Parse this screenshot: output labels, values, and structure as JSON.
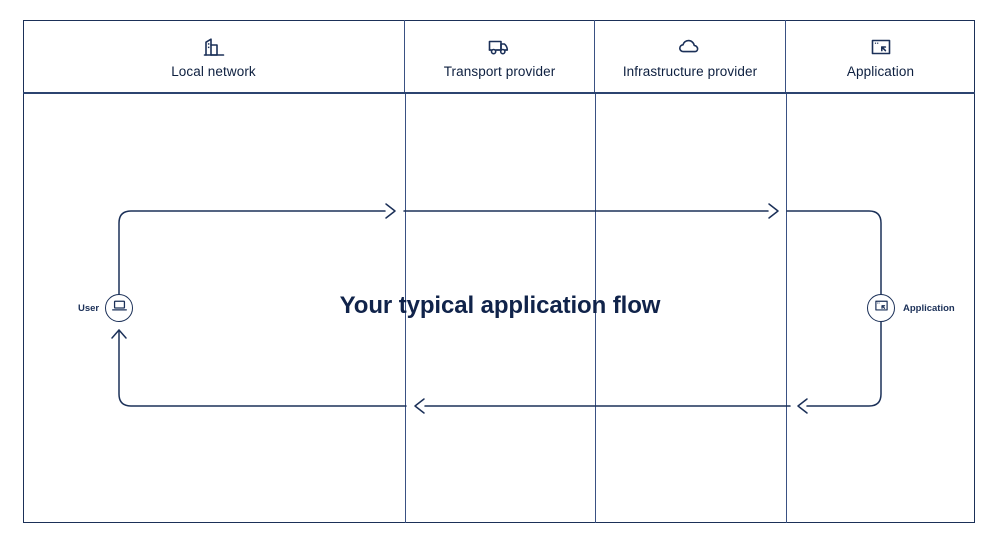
{
  "diagram": {
    "title": "Your typical application flow",
    "columns": [
      {
        "id": "local-network",
        "label": "Local network",
        "icon": "office-building-icon"
      },
      {
        "id": "transport-provider",
        "label": "Transport provider",
        "icon": "truck-icon"
      },
      {
        "id": "infrastructure-provider",
        "label": "Infrastructure provider",
        "icon": "cloud-icon"
      },
      {
        "id": "application",
        "label": "Application",
        "icon": "browser-window-cursor-icon"
      }
    ],
    "nodes": [
      {
        "id": "user",
        "label": "User",
        "icon": "laptop-icon"
      },
      {
        "id": "application",
        "label": "Application",
        "icon": "browser-window-cursor-icon"
      }
    ],
    "flow": {
      "outbound_direction": "right",
      "return_direction": "left",
      "outbound_arrows": 2,
      "return_arrows": 2,
      "terminates_at_user_arrow": "up"
    },
    "colors": {
      "line": "#1b3058",
      "border": "#2c4470",
      "divider": "#3a5183",
      "title": "#10234a",
      "background": "#ffffff"
    }
  }
}
